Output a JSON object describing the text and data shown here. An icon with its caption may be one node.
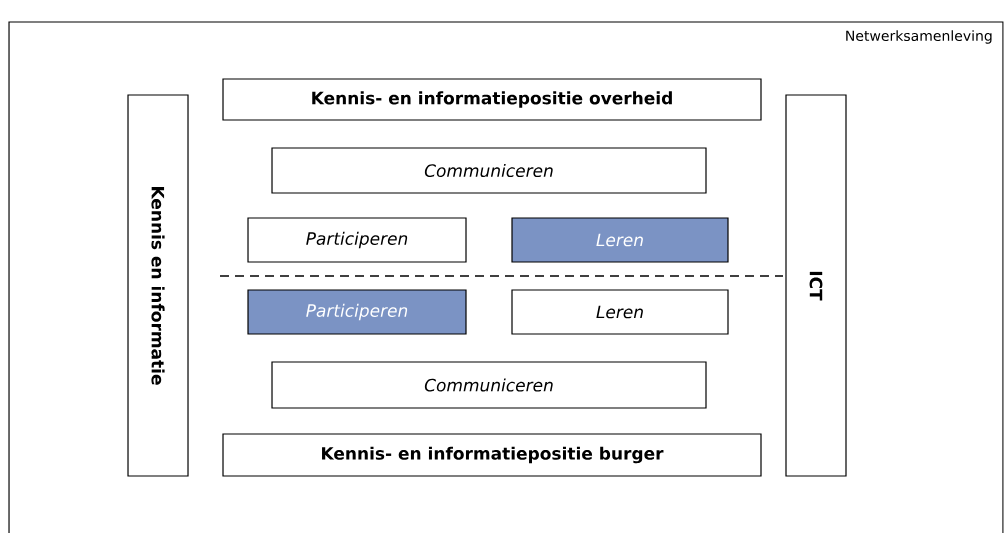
{
  "diagram": {
    "nodes": [
      {
        "text": [
          "Netwerksamenleving"
        ]
      },
      {
        "text": [
          "Kennis en informatie"
        ],
        "in": 0
      },
      {
        "text": [
          "Kennis- en informatiepositie overheid"
        ],
        "in": 0
      },
      {
        "text": [
          "Communiceren"
        ],
        "in": 0
      },
      {
        "text": [
          "Participeren"
        ],
        "in": 0
      },
      {
        "text": [
          "Leren"
        ],
        "in": 0
      },
      {
        "text": [
          "Participeren"
        ],
        "in": 0
      },
      {
        "text": [
          "Leren"
        ],
        "in": 0
      },
      {
        "text": [
          "Communiceren"
        ],
        "in": 0
      },
      {
        "text": [
          "Kennis- en informatiepositie burger"
        ],
        "in": 0
      },
      {
        "text": [
          "ICT"
        ],
        "in": 0
      }
    ]
  }
}
